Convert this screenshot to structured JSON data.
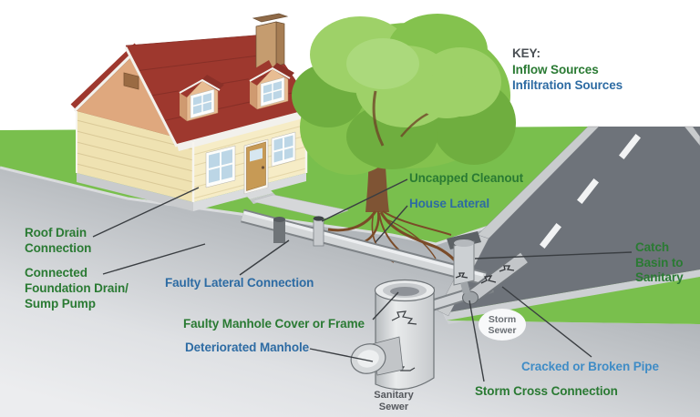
{
  "diagram": {
    "title_hint": "Sewer inflow and infiltration sources illustration",
    "key": {
      "title": "KEY:",
      "inflow": "Inflow Sources",
      "infiltration": "Infiltration Sources"
    },
    "labels": {
      "uncapped_cleanout": "Uncapped Cleanout",
      "house_lateral": "House Lateral",
      "roof_drain": "Roof Drain\nConnection",
      "connected_foundation": "Connected\nFoundation Drain/\nSump Pump",
      "faulty_lateral": "Faulty Lateral Connection",
      "faulty_manhole": "Faulty Manhole Cover or Frame",
      "deteriorated_manhole": "Deteriorated Manhole",
      "catch_basin": "Catch\nBasin to\nSanitary",
      "cracked_pipe": "Cracked or Broken Pipe",
      "storm_cross": "Storm Cross Connection",
      "storm_sewer": "Storm\nSewer",
      "sanitary_sewer": "Sanitary\nSewer"
    },
    "colors": {
      "inflow_green": "#2a7a33",
      "infiltration_blue": "#2d6ba3",
      "cracked_pipe_blue": "#3f8cc6",
      "key_title_gray": "#4a4f54",
      "storm_sewer_text": "#6b7075",
      "sanitary_sewer_text": "#55585d",
      "grass": "#79bf4d",
      "road": "#6e737a",
      "roof_red": "#9e382e",
      "siding_cream": "#f6ecc6"
    }
  }
}
